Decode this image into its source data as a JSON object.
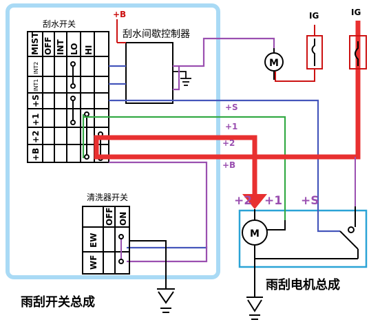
{
  "assembly_labels": {
    "switch_assembly": "雨刮开关总成",
    "motor_assembly": "雨刮电机总成"
  },
  "wiper_switch": {
    "title": "刮水开关",
    "positions": [
      "MIST",
      "OFF",
      "INT",
      "LO",
      "HI"
    ],
    "terminals": [
      "INT2",
      "INT1",
      "+S",
      "+1",
      "+2",
      "+B"
    ]
  },
  "controller": {
    "title": "刮水间歇控制器",
    "supply": "+B"
  },
  "ignition_labels": [
    "IG",
    "IG"
  ],
  "motor_symbol": "M",
  "wire_labels": [
    "+S",
    "+1",
    "+2",
    "+B"
  ],
  "motor_terminal_labels": [
    "+2",
    "+1",
    "+S"
  ],
  "washer_switch": {
    "title": "清洗器开关",
    "positions": [
      "OFF",
      "ON"
    ],
    "terminals": [
      "EW",
      "WF"
    ]
  },
  "colors": {
    "switch_box_border": "#a9daf5",
    "motor_box_border": "#2aa3d6",
    "wire_blue": "#4455bb",
    "wire_purple": "#9a4fb0",
    "wire_green": "#33aa44",
    "wire_red": "#e83030",
    "dark_red": "#cc1111"
  }
}
